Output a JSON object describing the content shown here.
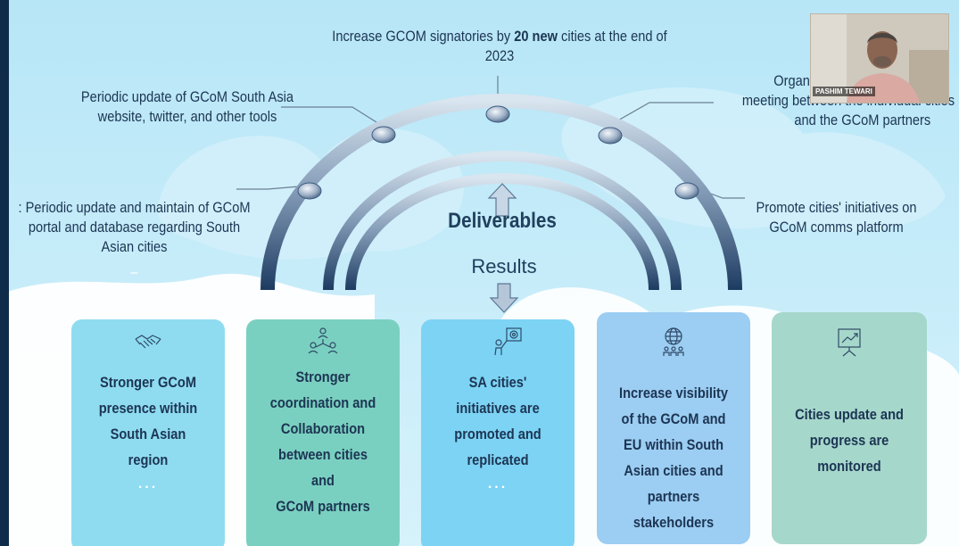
{
  "goals": {
    "top_center_pre": "Increase GCOM signatories by ",
    "top_center_bold": "20 new",
    "top_center_post": " cities at the end of",
    "top_center_line2": "2023",
    "top_left_line1": "Periodic update of GCoM South Asia",
    "top_left_line2": "website, twitter, and other tools",
    "top_right_line1": "Organise quar",
    "top_right_line1b": "meeting between the individual cities",
    "top_right_line2": "and the GCoM partners",
    "mid_left_line1": ": Periodic update and maintain of GCoM",
    "mid_left_line2": "portal and database regarding South",
    "mid_left_line3": "Asian cities",
    "mid_left_dash": "–",
    "mid_right_line1": "Promote cities' initiatives on",
    "mid_right_line2": "GCoM comms platform"
  },
  "center": {
    "deliverables": "Deliverables",
    "results": "Results"
  },
  "cards": [
    {
      "icon": "handshake-icon",
      "lines": [
        "Stronger GCoM",
        "presence within",
        "South Asian",
        "region"
      ],
      "dots": "...",
      "color": "#8fdcf1"
    },
    {
      "icon": "team-network-icon",
      "lines": [
        "Stronger",
        "coordination and",
        "Collaboration",
        "between cities",
        "and",
        "GCoM partners"
      ],
      "dots": "",
      "color": "#7ad0c0"
    },
    {
      "icon": "presenter-target-icon",
      "lines": [
        "SA cities'",
        "initiatives are",
        "promoted and",
        "replicated"
      ],
      "dots": "...",
      "color": "#7dd3f4"
    },
    {
      "icon": "globe-people-icon",
      "lines": [
        "Increase visibility",
        "of the GCoM and",
        "EU within South",
        "Asian cities and",
        "partners",
        "stakeholders"
      ],
      "dots": "",
      "color": "#9ccdf2"
    },
    {
      "icon": "growth-chart-icon",
      "lines": [
        "Cities update and",
        "progress are",
        "monitored"
      ],
      "dots": "",
      "color": "#a6d7cb"
    }
  ],
  "video": {
    "participant_name": "PASHIM TEWARI"
  },
  "colors": {
    "sky": "#bfe9f8",
    "cloud": "#ffffff",
    "arc": "#3c5b80",
    "text": "#1c3553"
  }
}
